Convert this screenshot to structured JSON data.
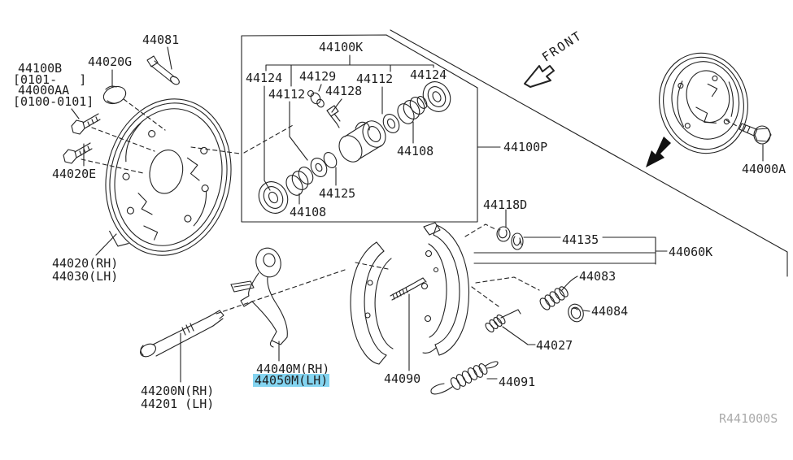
{
  "diagram": {
    "labels": {
      "l44081": "44081",
      "l44020G": "44020G",
      "l44100B": "44100B",
      "range1": "[0101-   ]",
      "l44000AA": "44000AA",
      "range2": "[0100-0101]",
      "l44020E": "44020E",
      "l44020RH": "44020(RH)",
      "l44030LH": "44030(LH)",
      "l44100K": "44100K",
      "l44124L": "44124",
      "l44129": "44129",
      "l44112L": "44112",
      "l44128": "44128",
      "l44112R": "44112",
      "l44124R": "44124",
      "l44108R": "44108",
      "l44125": "44125",
      "l44108L": "44108",
      "l44100P": "44100P",
      "l44000A": "44000A",
      "l44118D": "44118D",
      "l44135": "44135",
      "l44060K": "44060K",
      "l44083": "44083",
      "l44084": "44084",
      "l44027": "44027",
      "l44090": "44090",
      "l44091": "44091",
      "l44040M": "44040M(RH)",
      "l44050M": "44050M(LH)",
      "l44200N": "44200N(RH)",
      "l44201": "44201 (LH)"
    },
    "direction_label": "FRONT",
    "watermark": "R441000S",
    "highlighted_part": "44050M(LH)",
    "colors": {
      "highlight": "#84D4F0",
      "ink": "#1C1C1C",
      "watermark": "#ABABAB",
      "background": "#FFFFFF"
    }
  }
}
